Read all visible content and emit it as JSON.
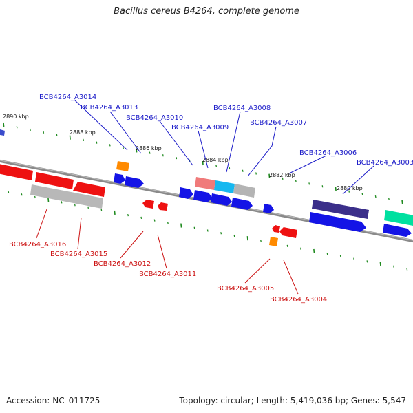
{
  "title": "Bacillus cereus B4264, complete genome",
  "footer": {
    "accession": "Accession: NC_011725",
    "topology": "Topology: circular; Length: 5,419,036 bp; Genes: 5,547"
  },
  "colors": {
    "forward_label": "#1a1ac8",
    "reverse_label": "#cc1111",
    "backbone": "#8a8a8a",
    "tick": "#1f8a1f"
  },
  "kbp_labels": [
    "2890 kbp",
    "2888 kbp",
    "2886 kbp",
    "2884 kbp",
    "2882 kbp",
    "2880 kbp"
  ],
  "forward_genes": [
    "BCB4264_A3014",
    "BCB4264_A3013",
    "BCB4264_A3010",
    "BCB4264_A3009",
    "BCB4264_A3008",
    "BCB4264_A3007",
    "BCB4264_A3006",
    "BCB4264_A3003"
  ],
  "reverse_genes": [
    "BCB4264_A3016",
    "BCB4264_A3015",
    "BCB4264_A3012",
    "BCB4264_A3011",
    "BCB4264_A3005",
    "BCB4264_A3004"
  ]
}
